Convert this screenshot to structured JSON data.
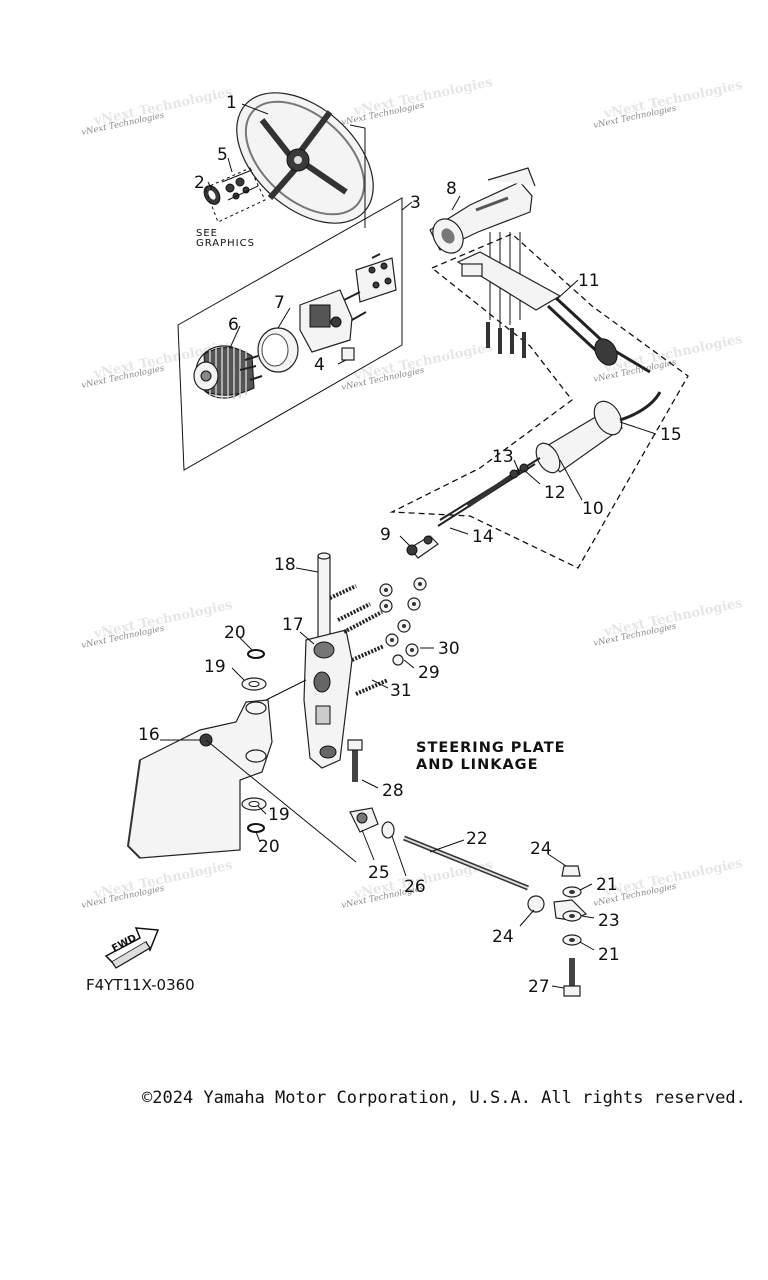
{
  "diagram": {
    "callouts": [
      "1",
      "2",
      "3",
      "4",
      "5",
      "6",
      "7",
      "8",
      "9",
      "10",
      "11",
      "12",
      "13",
      "14",
      "15",
      "16",
      "17",
      "18",
      "19",
      "19",
      "20",
      "20",
      "21",
      "21",
      "22",
      "23",
      "24",
      "24",
      "25",
      "26",
      "27",
      "28",
      "29",
      "30",
      "31"
    ],
    "see_graphics_line1": "SEE",
    "see_graphics_line2": "GRAPHICS",
    "section_title_line1": "STEERING PLATE",
    "section_title_line2": "AND LINKAGE",
    "fwd_label": "FWD",
    "figure_code": "F4YT11X-0360",
    "watermark": "vNext Technologies"
  },
  "footer": {
    "copyright": "©2024 Yamaha Motor Corporation, U.S.A. All rights reserved."
  }
}
